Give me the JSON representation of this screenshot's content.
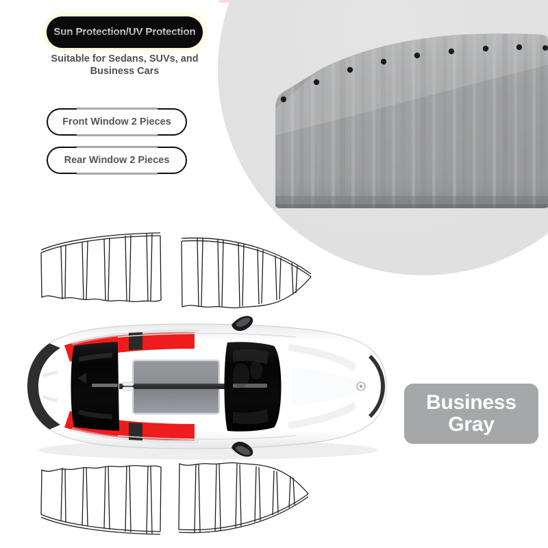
{
  "page": {
    "kind": "product-listing-image",
    "background_color": "#ffffff"
  },
  "decor": {
    "top_strip_color": "#fbd9d4",
    "circle_backdrop_color": "#e2e2e2"
  },
  "headline": {
    "badge_text": "Sun Protection/UV Protection",
    "badge_bg": "#0a0a0a",
    "badge_text_color": "#cfcfcf",
    "glow_color": "#faf5be"
  },
  "subtitle": {
    "text": "Suitable for Sedans, SUVs, and Business Cars",
    "color": "#4f4f4f"
  },
  "spec_pills": [
    {
      "label": "Front Window 2 Pieces",
      "name": "front-window-pieces"
    },
    {
      "label": "Rear Window 2 Pieces",
      "name": "rear-window-pieces"
    }
  ],
  "color_badge": {
    "label": "Business Gray",
    "bg": "#a5a7a8",
    "text_color": "#ffffff"
  },
  "product_photo": {
    "name": "gray-pleated-car-window-curtain",
    "fabric_color": "#9fa0a1",
    "grommet_color": "#1b1b1b",
    "grommet_count": 8,
    "pleat_count": 13
  },
  "wireframes": [
    {
      "name": "front-window-curtain-outline-top-left",
      "position": "top-left"
    },
    {
      "name": "rear-window-curtain-outline-top-right",
      "position": "top-right"
    },
    {
      "name": "front-window-curtain-outline-bottom-left",
      "position": "bottom-left"
    },
    {
      "name": "rear-window-curtain-outline-bottom-right",
      "position": "bottom-right"
    }
  ],
  "car": {
    "name": "sedan-top-view",
    "body_color": "#ffffff",
    "stripe_color": "#ee1c1c",
    "stripe_inner_color": "#2b2b2b",
    "glass_color": "#0c0c0c",
    "sunroof_color": "#8d9094"
  }
}
